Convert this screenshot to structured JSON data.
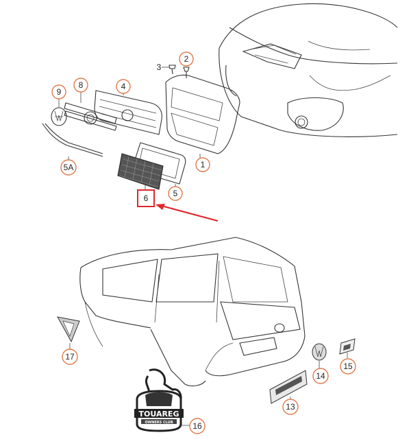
{
  "callouts": {
    "c1": "1",
    "c2": "2",
    "c3": "3",
    "c4": "4",
    "c5": "5",
    "c5a": "5A",
    "c6": "6",
    "c8": "8",
    "c9": "9",
    "c13": "13",
    "c14": "14",
    "c15": "15",
    "c16": "16",
    "c17": "17"
  },
  "emblem_text": {
    "model": "TOUAREG",
    "sub": "OWNERS CLUB"
  },
  "colors": {
    "callout_stroke": "#e07a4a",
    "highlight_box": "#e0262b",
    "arrow": "#e0262b",
    "linework": "#333333"
  }
}
